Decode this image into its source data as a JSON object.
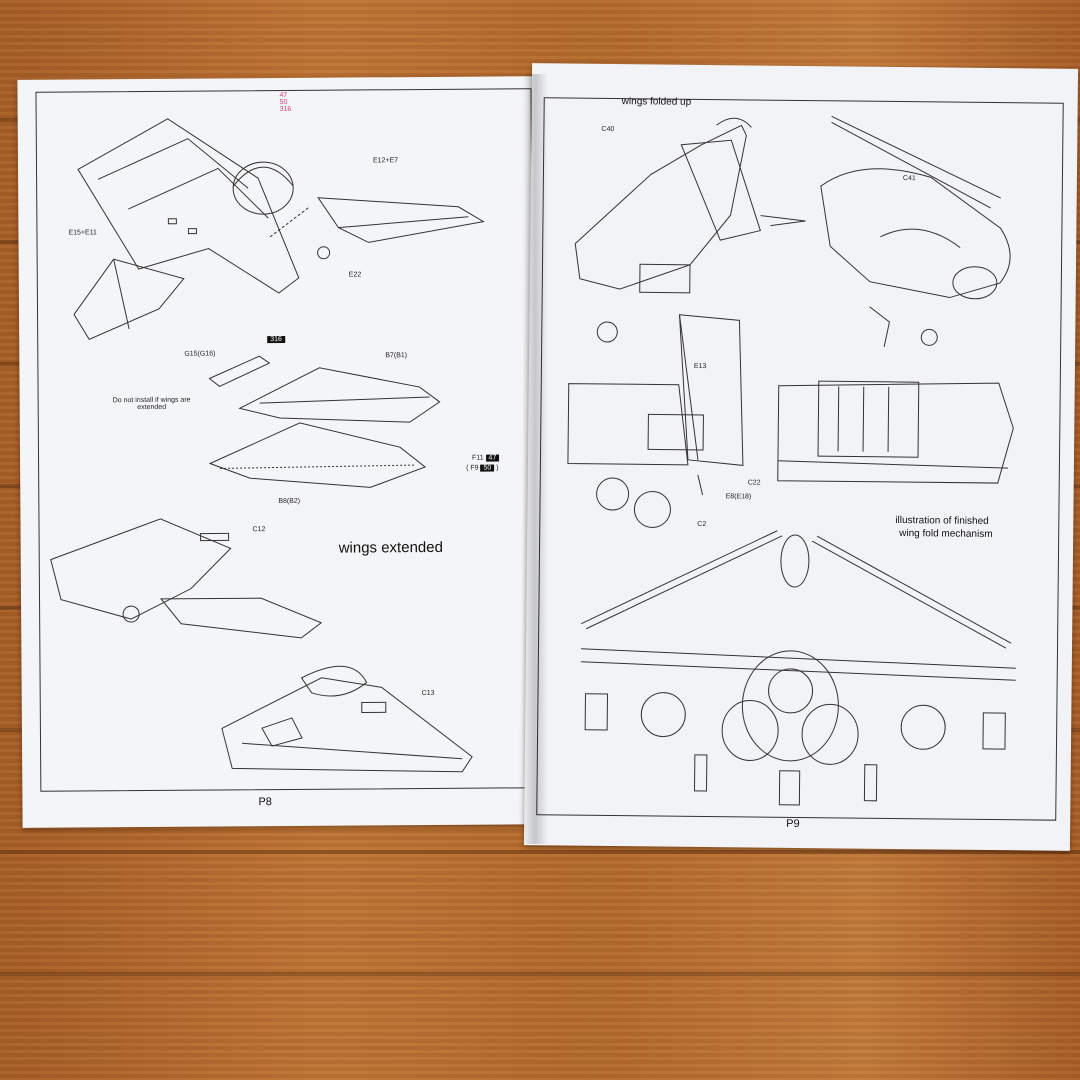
{
  "left_page": {
    "handwritten_top": [
      "47",
      "50",
      "316"
    ],
    "labels": {
      "e12_e7": "E12+E7",
      "e15_e11": "E15+E11",
      "e22": "E22",
      "g15_g16": "G15(G16)",
      "b7_b1": "B7(B1)",
      "b8_b2": "B8(B2)",
      "c12": "C12",
      "c13": "C13",
      "f11": "F11",
      "f9": "( F9",
      "f9_close": ")",
      "note_do_not_install": "Do not install if wings are extended"
    },
    "badges": {
      "b316": "316",
      "b47": "47",
      "b50": "50"
    },
    "heading": "wings extended",
    "page_number": "P8"
  },
  "right_page": {
    "heading_top": "wings folded up",
    "labels": {
      "c40": "C40",
      "c41": "C41",
      "e13": "E13",
      "c22": "C22",
      "e8_e18": "E8(E18)",
      "c2": "C2"
    },
    "caption_line1": "illustration of finished",
    "caption_line2": "wing fold mechanism",
    "page_number": "P9"
  },
  "colors": {
    "wood": "#b56a2e",
    "paper": "#f4f5f7",
    "ink": "#222222",
    "handwriting": "#d0408a"
  }
}
